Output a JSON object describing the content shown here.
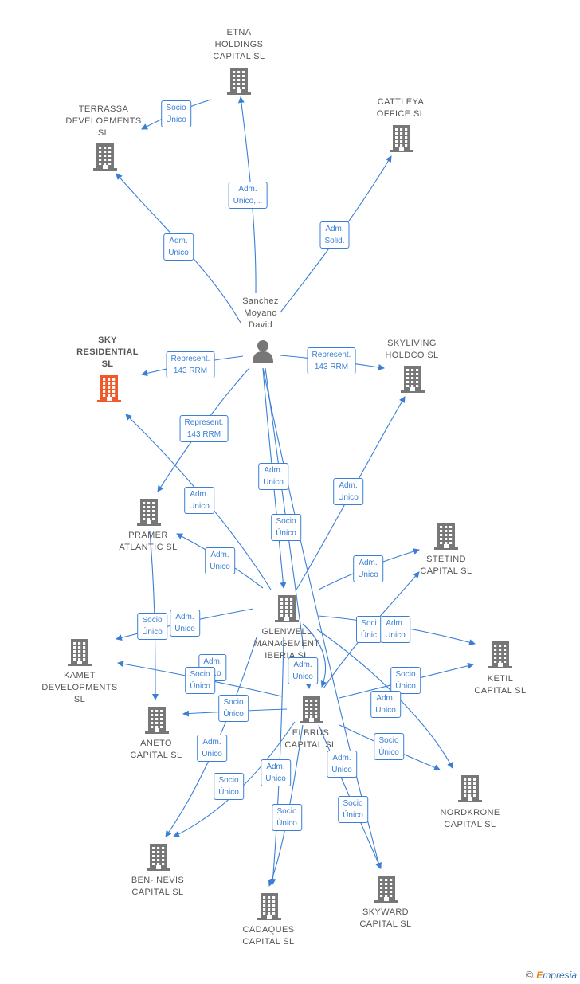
{
  "person": {
    "name": "Sanchez\nMoyano\nDavid"
  },
  "companies": {
    "etna": "ETNA\nHOLDINGS\nCAPITAL  SL",
    "terrassa": "TERRASSA\nDEVELOPMENTS\nSL",
    "cattleya": "CATTLEYA\nOFFICE  SL",
    "sky_residential": "SKY\nRESIDENTIAL\nSL",
    "skyliving": "SKYLIVING\nHOLDCO  SL",
    "pramer": "PRAMER\nATLANTIC  SL",
    "stetind": "STETIND\nCAPITAL  SL",
    "glenwell": "GLENWELL\nMANAGEMENT\nIBERIA  SL",
    "kamet": "KAMET\nDEVELOPMENTS\nSL",
    "ketil": "KETIL\nCAPITAL  SL",
    "aneto": "ANETO\nCAPITAL  SL",
    "elbrus": "ELBRUS\nCAPITAL  SL",
    "nordkrone": "NORDKRONE\nCAPITAL  SL",
    "ben_nevis": "BEN- NEVIS\nCAPITAL  SL",
    "cadaques": "CADAQUES\nCAPITAL  SL",
    "skyward": "SKYWARD\nCAPITAL  SL"
  },
  "edge_labels": {
    "socio_unico": "Socio\nÚnico",
    "adm_unico": "Adm.\nUnico",
    "adm_unico_trunc": "Adm.\nUnico,...",
    "adm_solid": "Adm.\nSolid.",
    "represent": "Represent.\n143 RRM",
    "adm_partial": "Adm.\nU...o",
    "socio_partial": "Soci\nÚnic"
  },
  "colors": {
    "edge": "#3a7fd5",
    "building": "#777777",
    "highlight": "#f05a28"
  },
  "footer": {
    "copyright": "©",
    "brand_e": "E",
    "brand_rest": "mpresia"
  }
}
